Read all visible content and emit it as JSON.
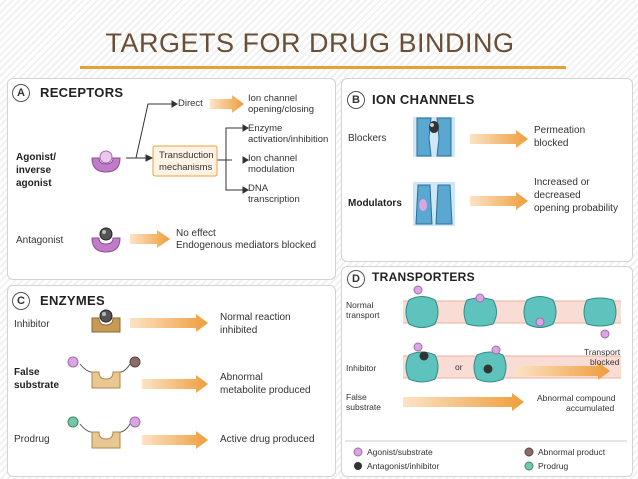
{
  "title": "TARGETS FOR DRUG BINDING",
  "colors": {
    "accent": "#e8a13a",
    "arrow": "#f0a64a",
    "receptor": "#c07cc7",
    "enzyme": "#c89a55",
    "channel": "#5aa7d1",
    "transporter": "#5fc3bd",
    "agonist": "#d9a6e2",
    "antagonist": "#444444",
    "abnormal": "#8c6b6b",
    "prodrug": "#74c8a6"
  },
  "receptors": {
    "letter": "A",
    "heading": "RECEPTORS",
    "agonist_label": [
      "Agonist/",
      "inverse",
      "agonist"
    ],
    "direct": "Direct",
    "transduction": [
      "Transduction",
      "mechanisms"
    ],
    "outcomes": [
      [
        "Ion channel",
        "opening/closing"
      ],
      [
        "Enzyme",
        "activation/inhibition"
      ],
      [
        "Ion channel",
        "modulation"
      ],
      [
        "DNA",
        "transcription"
      ]
    ],
    "antagonist_label": "Antagonist",
    "antagonist_effect": [
      "No effect",
      "Endogenous mediators blocked"
    ]
  },
  "ion_channels": {
    "letter": "B",
    "heading": "ION CHANNELS",
    "blockers": "Blockers",
    "blockers_effect": [
      "Permeation",
      "blocked"
    ],
    "modulators": "Modulators",
    "modulators_effect": [
      "Increased or",
      "decreased",
      "opening probability"
    ]
  },
  "enzymes": {
    "letter": "C",
    "heading": "ENZYMES",
    "inhibitor": "Inhibitor",
    "inhibitor_effect": [
      "Normal reaction",
      "inhibited"
    ],
    "false_substrate": [
      "False",
      "substrate"
    ],
    "false_substrate_effect": [
      "Abnormal",
      "metabolite produced"
    ],
    "prodrug": "Prodrug",
    "prodrug_effect": "Active drug produced"
  },
  "transporters": {
    "letter": "D",
    "heading": "TRANSPORTERS",
    "normal_transport": [
      "Normal",
      "transport"
    ],
    "inhibitor": "Inhibitor",
    "or": "or",
    "inhibitor_effect": [
      "Transport",
      "blocked"
    ],
    "false_substrate": [
      "False",
      "substrate"
    ],
    "false_substrate_effect": [
      "Abnormal compound",
      "accumulated"
    ]
  },
  "legend": {
    "agonist": "Agonist/substrate",
    "antagonist": "Antagonist/inhibitor",
    "abnormal": "Abnormal product",
    "prodrug": "Prodrug"
  }
}
